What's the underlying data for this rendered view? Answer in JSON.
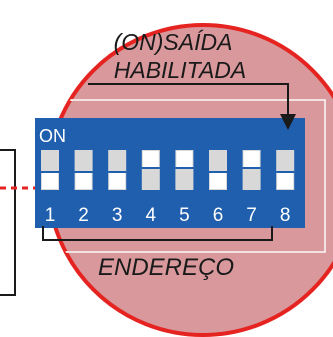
{
  "callout": {
    "label_line1": "(ON)SAÍDA",
    "label_line2": "HABILITADA",
    "bottom_label": "ENDEREÇO"
  },
  "dip_switch": {
    "on_label": "ON",
    "switches": [
      {
        "number": "1",
        "state": "off"
      },
      {
        "number": "2",
        "state": "off"
      },
      {
        "number": "3",
        "state": "off"
      },
      {
        "number": "4",
        "state": "on"
      },
      {
        "number": "5",
        "state": "on"
      },
      {
        "number": "6",
        "state": "off"
      },
      {
        "number": "7",
        "state": "on"
      },
      {
        "number": "8",
        "state": "off"
      }
    ]
  },
  "colors": {
    "magnifier_fill": "#d9999c",
    "magnifier_ring": "#e52421",
    "body_blue": "#1f5fae",
    "switch_white": "#ffffff",
    "switch_slot": "#d8d8d8"
  }
}
